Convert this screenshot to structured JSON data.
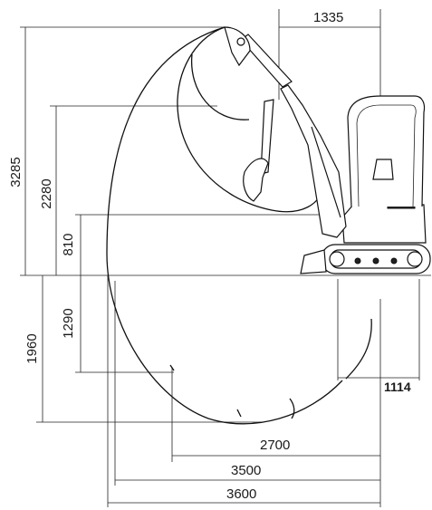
{
  "dimensions": {
    "top_width": "1335",
    "max_height": "3285",
    "dump_height": "2280",
    "blade_lift": "810",
    "blade_depth": "1290",
    "dig_depth": "1960",
    "vertical_wall_depth": "2700",
    "reach_ground": "3500",
    "max_reach": "3600",
    "track_width": "1114"
  }
}
